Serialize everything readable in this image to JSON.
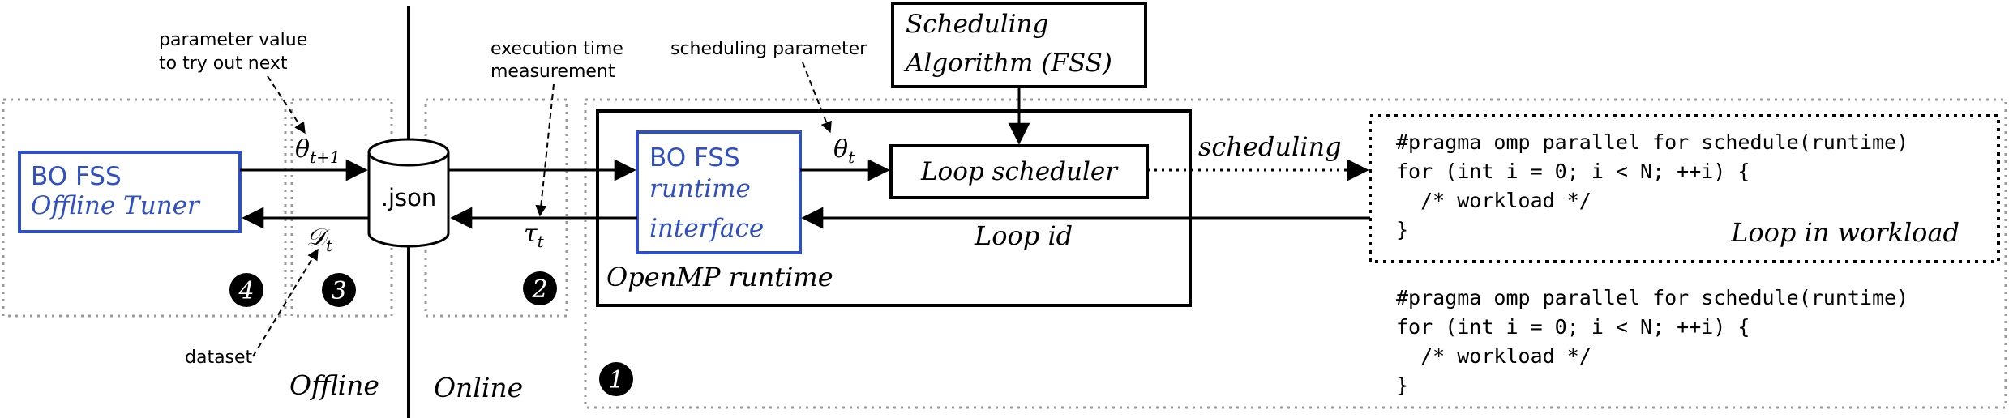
{
  "colors": {
    "ink": "#000000",
    "blue": "#2f4fc4",
    "dotted": "#9a9a9a"
  },
  "annotations": {
    "param_next_line1": "parameter value",
    "param_next_line2": "to try out next",
    "exec_time_line1": "execution time",
    "exec_time_line2": "measurement",
    "sched_param": "scheduling parameter",
    "dataset": "dataset"
  },
  "symbols": {
    "theta_next_base": "θ",
    "theta_next_sub": "t+1",
    "dataset_base": "𝒟",
    "dataset_sub": "t",
    "tau_base": "τ",
    "tau_sub": "t",
    "theta_base": "θ",
    "theta_sub": "t"
  },
  "offline_tuner": {
    "line1": "BO FSS",
    "line2": "Offline  Tuner"
  },
  "json_store": {
    "label": ".json"
  },
  "runtime_interface": {
    "line1": "BO FSS",
    "line2": "runtime",
    "line3": "interface"
  },
  "openmp_runtime": {
    "label": "OpenMP  runtime"
  },
  "loop_scheduler": {
    "label": "Loop  scheduler"
  },
  "scheduling_algorithm": {
    "line1": "Scheduling",
    "line2": "Algorithm  (FSS)"
  },
  "edges": {
    "scheduling": "scheduling",
    "loop_id": "Loop  id"
  },
  "workload_loop_1": {
    "code": [
      "#pragma omp parallel for schedule(runtime)",
      "for (int i = 0; i < N; ++i) {",
      "  /* workload */",
      "}"
    ],
    "caption": "Loop  in  workload"
  },
  "workload_loop_2": {
    "code": [
      "#pragma omp parallel for schedule(runtime)",
      "for (int i = 0; i < N; ++i) {",
      "  /* workload */",
      "}"
    ]
  },
  "phases": {
    "offline": "Offline",
    "online": "Online"
  },
  "steps": {
    "step1": "1",
    "step2": "2",
    "step3": "3",
    "step4": "4"
  }
}
